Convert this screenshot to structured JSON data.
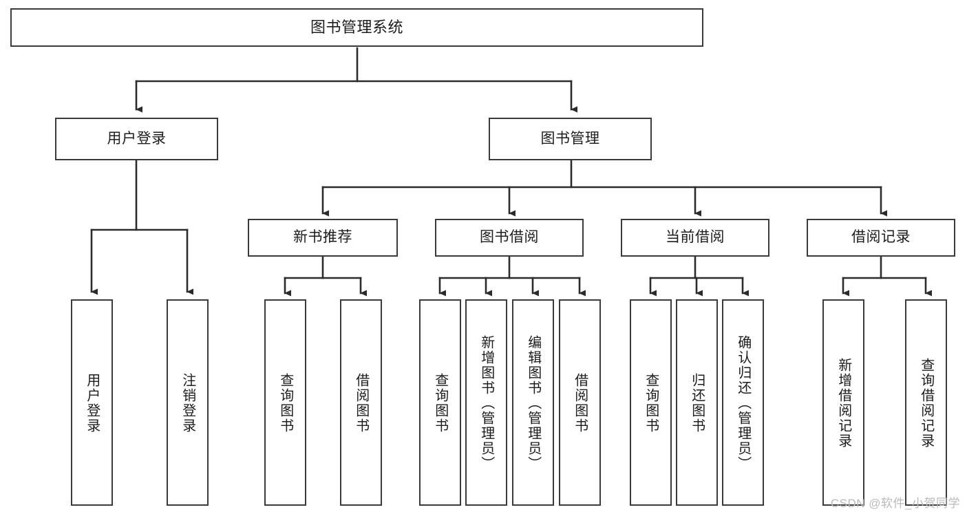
{
  "diagram": {
    "title": "图书管理系统",
    "type": "tree-hierarchy",
    "watermark": "CSDN @软件_小贺同学",
    "colors": {
      "background": "#ffffff",
      "node_border": "#3a3a3a",
      "node_fill": "#ffffff",
      "edge": "#2b2b2b",
      "text": "#1c1c1c",
      "watermark": "#b9b9b9"
    },
    "root": {
      "label": "图书管理系统"
    },
    "level1": [
      {
        "label": "用户登录"
      },
      {
        "label": "图书管理"
      }
    ],
    "level2": [
      {
        "label": "新书推荐"
      },
      {
        "label": "图书借阅"
      },
      {
        "label": "当前借阅"
      },
      {
        "label": "借阅记录"
      }
    ],
    "leaves": {
      "user_login": [
        {
          "label": "用户登录"
        },
        {
          "label": "注销登录"
        }
      ],
      "new_book_recommend": [
        {
          "label": "查询图书"
        },
        {
          "label": "借阅图书"
        }
      ],
      "book_borrow": [
        {
          "label": "查询图书"
        },
        {
          "label": "新增图书（管理员）"
        },
        {
          "label": "编辑图书（管理员）"
        },
        {
          "label": "借阅图书"
        }
      ],
      "current_borrow": [
        {
          "label": "查询图书"
        },
        {
          "label": "归还图书"
        },
        {
          "label": "确认归还（管理员）"
        }
      ],
      "borrow_record": [
        {
          "label": "新增借阅记录"
        },
        {
          "label": "查询借阅记录"
        }
      ]
    }
  }
}
